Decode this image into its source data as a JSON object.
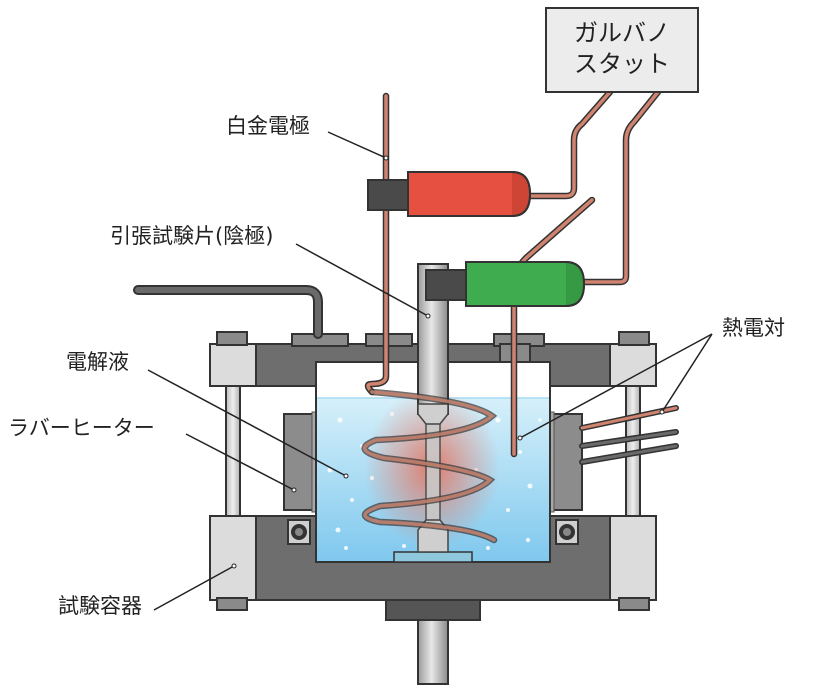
{
  "labels": {
    "platinum_electrode": "白金電極",
    "tensile_specimen": "引張試験片(陰極)",
    "electrolyte": "電解液",
    "rubber_heater": "ラバーヒーター",
    "test_vessel": "試験容器",
    "thermocouple": "熱電対"
  },
  "galvanostat": {
    "line1": "ガルバノ",
    "line2": "スタット"
  },
  "colors": {
    "copper_wire": "#d0846f",
    "red_clip": "#e55040",
    "green_clip": "#3fad4f",
    "vessel_gray": "#6e6e6e",
    "clamp_gray": "#dcdcdc",
    "liquid_top": "#ccecf8",
    "liquid_bottom": "#7fc8ee",
    "heat_glow": "#ee5a3c",
    "box_fill": "#ececec"
  }
}
